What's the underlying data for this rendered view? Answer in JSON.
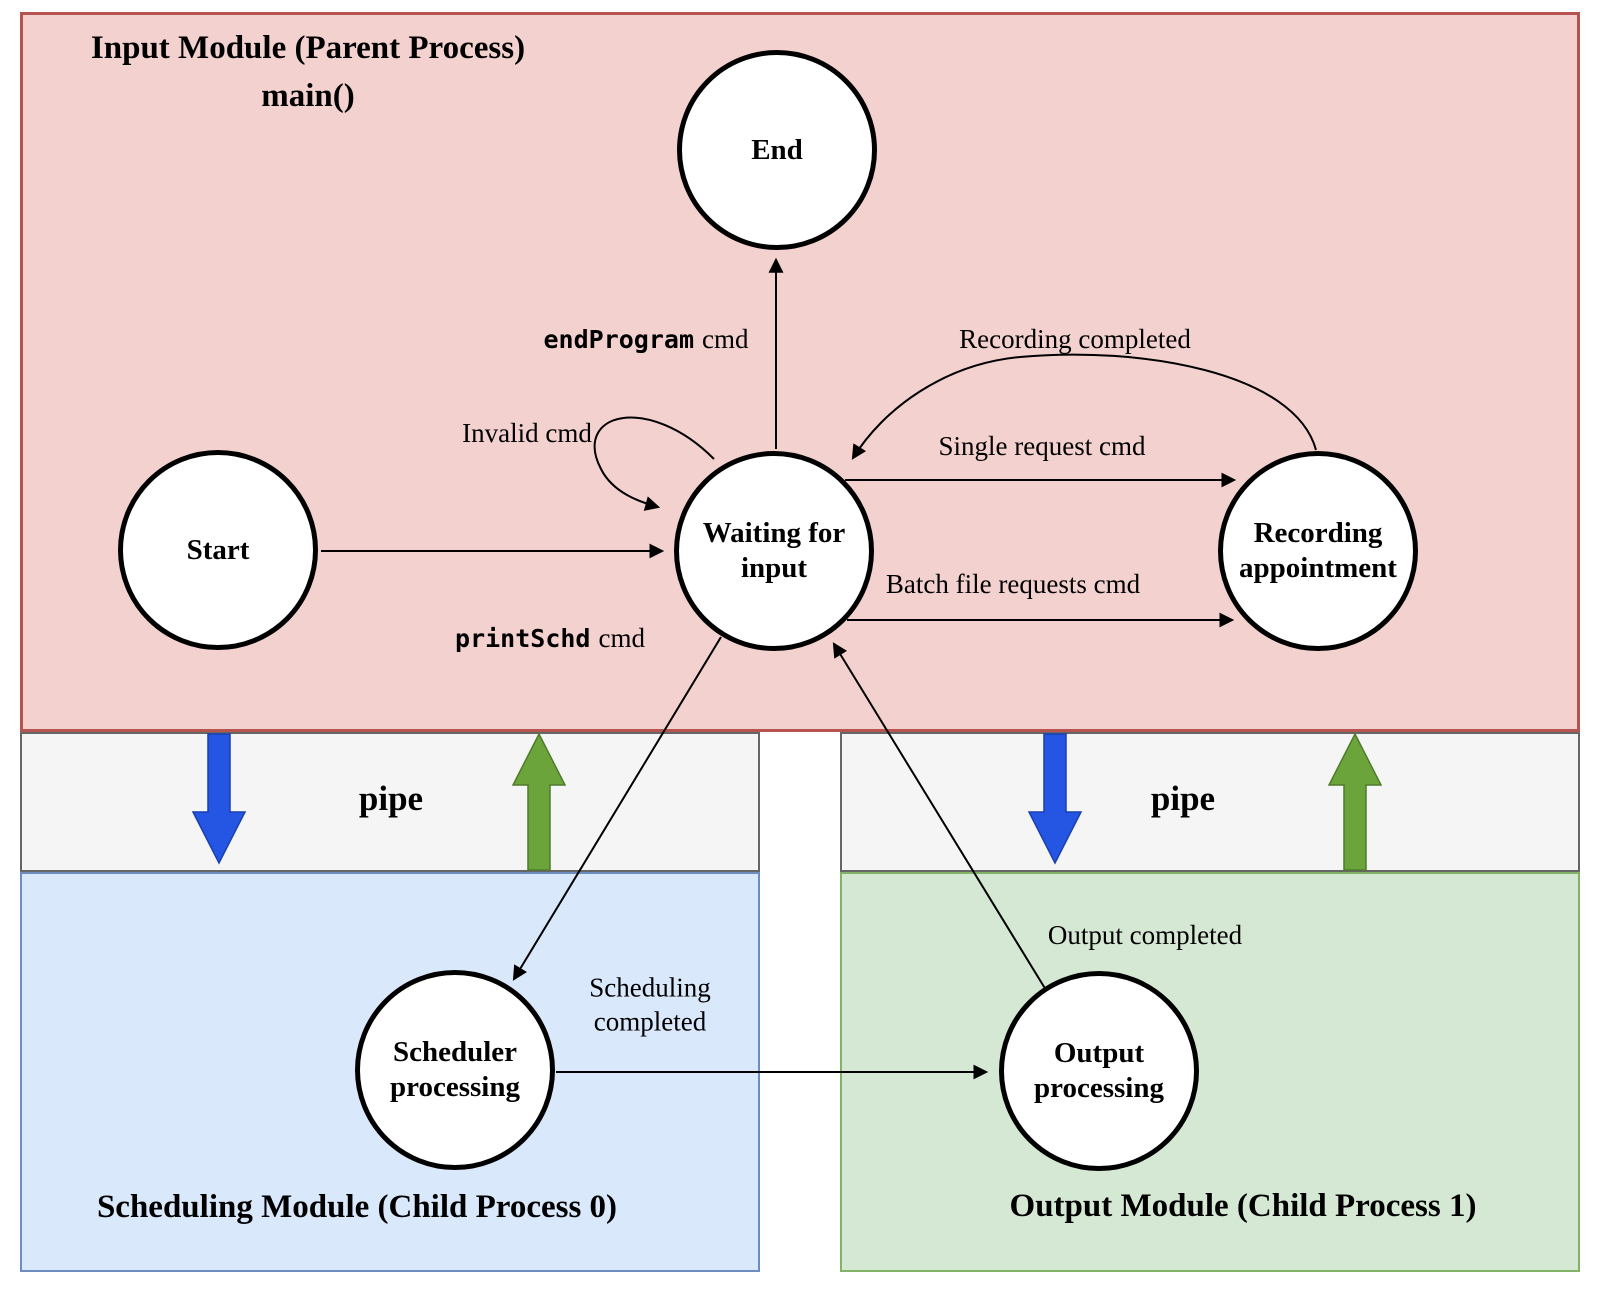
{
  "modules": {
    "input": {
      "title": "Input Module (Parent Process)",
      "subtitle": "main()"
    },
    "scheduling": {
      "title": "Scheduling Module (Child Process 0)"
    },
    "output": {
      "title": "Output Module (Child Process 1)"
    }
  },
  "pipes": {
    "left_label": "pipe",
    "right_label": "pipe"
  },
  "states": {
    "start": {
      "label": "Start"
    },
    "end": {
      "label": "End"
    },
    "waiting": {
      "label": "Waiting for input"
    },
    "recording": {
      "label": "Recording appointment"
    },
    "scheduler": {
      "label": "Scheduler processing"
    },
    "output_processing": {
      "label": "Output processing"
    }
  },
  "transitions": {
    "invalid": {
      "label": "Invalid cmd"
    },
    "end_program": {
      "code": "endProgram",
      "suffix": "cmd"
    },
    "print_schd": {
      "code": "printSchd",
      "suffix": "cmd"
    },
    "single_request": {
      "label": "Single request cmd"
    },
    "recording_completed": {
      "label": "Recording completed"
    },
    "batch_file": {
      "label": "Batch file requests cmd"
    },
    "scheduling_completed": {
      "label": "Scheduling completed"
    },
    "output_completed": {
      "label": "Output completed"
    }
  },
  "colors": {
    "input_module_fill": "#F2D1CE",
    "input_module_border": "#B85450",
    "scheduling_module_fill": "#DAE8FC",
    "scheduling_module_border": "#6C8EBF",
    "output_module_fill": "#D5E8D4",
    "output_module_border": "#82B366",
    "pipe_fill": "#F5F5F5",
    "pipe_border": "#666666",
    "pipe_write_arrow": "#2456E3",
    "pipe_write_arrow_border": "#1A3FB0",
    "pipe_read_arrow": "#6CA43C",
    "pipe_read_arrow_border": "#4F7A2B",
    "state_fill": "#FFFFFF",
    "state_border": "#000000"
  }
}
